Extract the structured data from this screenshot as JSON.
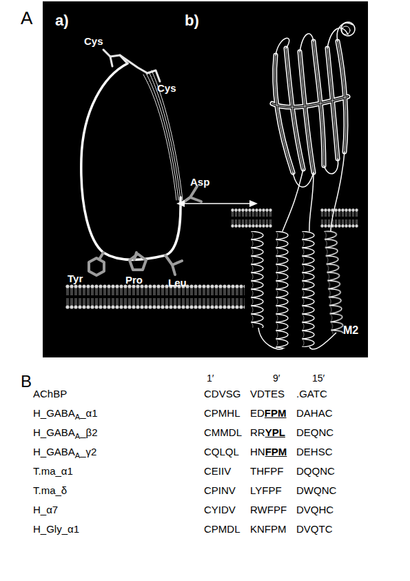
{
  "diagram": {
    "labels": [
      "A",
      "a)",
      "b)",
      "Cys",
      "Cys",
      "Asp",
      "Tyr",
      "Pro",
      "Leu",
      "M2",
      "B",
      "1′",
      "9′",
      "15′",
      "AChBP",
      "CDVSG",
      "VDTES",
      ".GATC",
      "H_GABA",
      "A",
      "_α1",
      "CPMHL",
      "ED",
      "FPM",
      "DAHAC",
      "H_GABA",
      "A",
      "_β2",
      "CMMDL",
      "RR",
      "YPL",
      "DEQNC",
      "H_GABA",
      "A",
      "_γ2",
      "CQLQL",
      "HN",
      "FPM",
      "DEHSC",
      "T.ma_α1",
      "CEIIV",
      "THFPF",
      "DQQNC",
      "T.ma_δ",
      "CPINV",
      "LYFPF",
      "DWQNC",
      "H_α7",
      "CYIDV",
      "RWFPF",
      "DVQHC",
      "H_Gly_α1",
      "CPMDL",
      "KNFPM",
      "DVQTC"
    ]
  }
}
